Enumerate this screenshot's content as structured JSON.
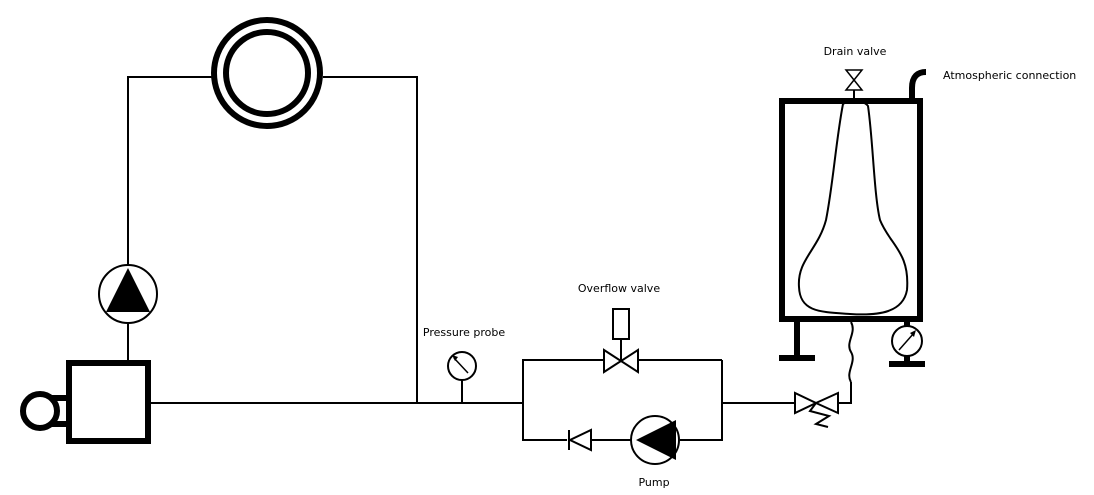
{
  "diagram": {
    "labels": {
      "drain_valve": "Drain valve",
      "atmospheric_connection": "Atmospheric connection",
      "overflow_valve": "Overflow valve",
      "pressure_probe": "Pressure probe",
      "pump": "Pump"
    },
    "colors": {
      "line": "#000000",
      "background": "#ffffff"
    },
    "icons": {
      "heat_exchanger": "double-circle-icon",
      "circulation_pump": "pump-triangle-icon",
      "boiler": "boiler-box-icon",
      "pressure_gauge": "gauge-icon",
      "overflow_valve": "solenoid-valve-icon",
      "check_valve": "check-valve-icon",
      "pump": "pump-icon",
      "safety_valve": "spring-valve-icon",
      "drain_valve": "valve-icon",
      "expansion_vessel": "expansion-vessel-icon"
    }
  }
}
